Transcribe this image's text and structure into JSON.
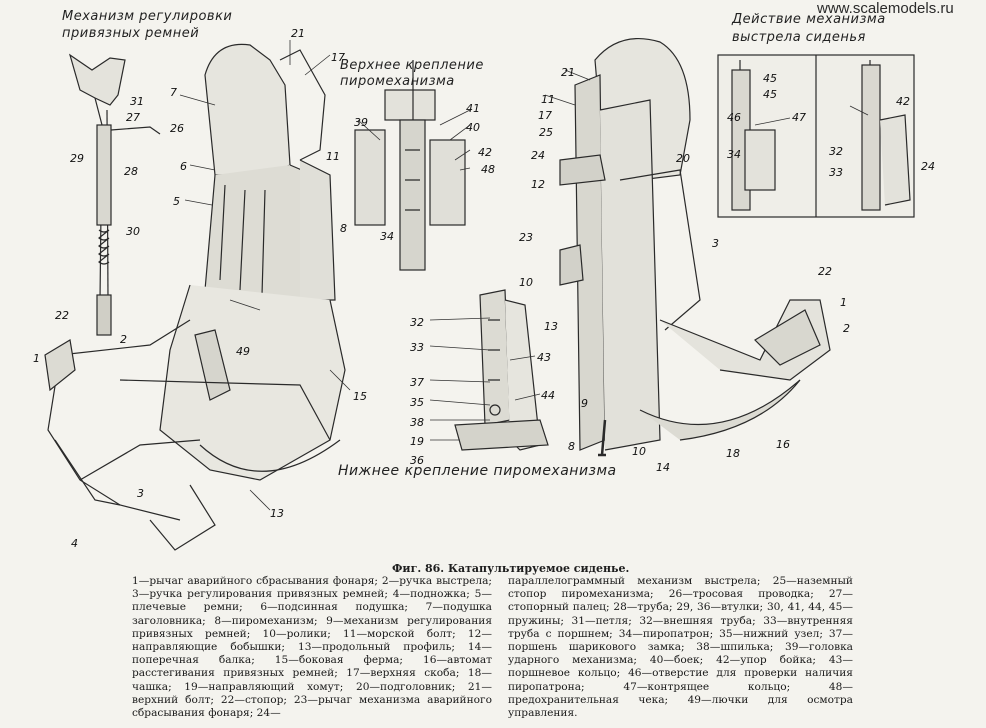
{
  "watermark": "www.scalemodels.ru",
  "labels": {
    "belt_mechanism": "Механизм регулировки привязных ремней",
    "top_mount": "Верхнее крепление пиромеханизма",
    "firing_action": "Действие механизма выстрела сиденья",
    "bottom_mount": "Нижнее крепление пиромеханизма"
  },
  "caption": {
    "title": "Фиг. 86. Катапультируемое сиденье.",
    "left": "1—рычаг аварийного сбрасывания фонаря; 2—ручка выстрела; 3—ручка регулирования привязных ремней; 4—подножка; 5—плечевые ремни; 6—подсинная подушка; 7—подушка заголовника; 8—пиромеханизм; 9—механизм регулирования привязных ремней; 10—ролики; 11—морской болт; 12—направляющие бобышки; 13—продольный профиль; 14—поперечная балка; 15—боковая ферма; 16—автомат расстегивания привязных ремней; 17—верхняя скоба; 18—чашка; 19—направляющий хомут; 20—подголовник; 21—верхний болт; 22—стопор; 23—рычаг механизма аварийного сбрасывания фонаря; 24—",
    "right": "параллелограммный механизм выстрела; 25—наземный стопор пиромеханизма; 26—тросовая проводка; 27—стопорный палец; 28—труба; 29, 36—втулки; 30, 41, 44, 45—пружины; 31—петля; 32—внешняя труба; 33—внутренняя труба с поршнем; 34—пиропатрон; 35—нижний узел; 37—поршень шарикового замка; 38—шпилька; 39—головка ударного механизма; 40—боек; 42—упор бойка; 43—поршневое кольцо; 46—отверстие для проверки наличия пиропатрона; 47—контрящее кольцо; 48—предохранительная чека; 49—лючки для осмотра управления."
  },
  "callouts": {
    "belt": [
      "31",
      "27",
      "26",
      "29",
      "28",
      "30",
      "2",
      "22",
      "1",
      "3",
      "4"
    ],
    "seat": [
      "21",
      "17",
      "7",
      "6",
      "5",
      "8",
      "49",
      "15",
      "13"
    ],
    "top": [
      "39",
      "11",
      "41",
      "40",
      "42",
      "48",
      "34"
    ],
    "bottom": [
      "32",
      "33",
      "37",
      "35",
      "38",
      "19",
      "36",
      "43",
      "44"
    ],
    "right_seat": [
      "21",
      "11",
      "17",
      "25",
      "24",
      "12",
      "23",
      "20",
      "3",
      "10",
      "13",
      "9",
      "8",
      "10",
      "14",
      "18",
      "16",
      "22",
      "1",
      "2"
    ],
    "inset": [
      "45",
      "45",
      "46",
      "47",
      "34",
      "42",
      "32",
      "33",
      "24"
    ]
  }
}
